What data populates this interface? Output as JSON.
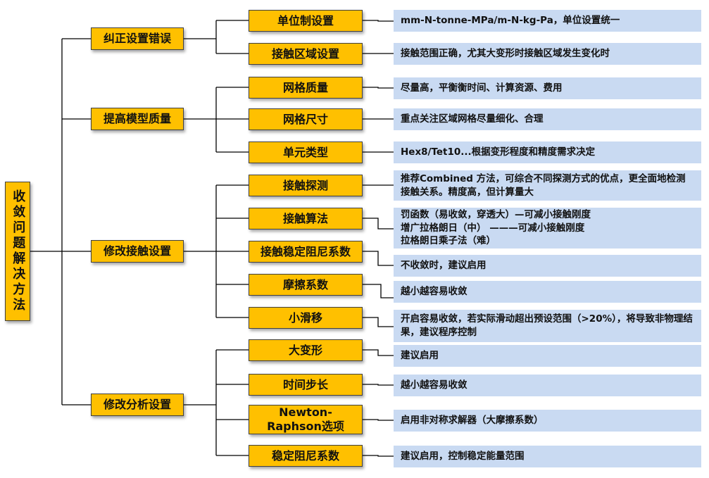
{
  "root": {
    "label": "收敛问题解决方法"
  },
  "categories": [
    {
      "label": "纠正设置错误",
      "items": [
        {
          "label": "单位制设置",
          "desc": "mm-N-tonne-MPa/m-N-kg-Pa，单位设置统一"
        },
        {
          "label": "接触区域设置",
          "desc": "接触范围正确，尤其大变形时接触区域发生变化时"
        }
      ]
    },
    {
      "label": "提高模型质量",
      "items": [
        {
          "label": "网格质量",
          "desc": "尽量高，平衡衡时间、计算资源、费用"
        },
        {
          "label": "网格尺寸",
          "desc": "重点关注区域网格尽量细化、合理"
        },
        {
          "label": "单元类型",
          "desc": "Hex8/Tet10...根据变形程度和精度需求决定"
        }
      ]
    },
    {
      "label": "修改接触设置",
      "items": [
        {
          "label": "接触探测",
          "desc": "推荐Combined 方法，可综合不同探测方式的优点，更全面地检测接触关系。精度高，但计算量大"
        },
        {
          "label": "接触算法",
          "desc": "罚函数（易收敛，穿透大）—可减小接触刚度\n增广拉格朗日（中）    ———可减小接触刚度\n拉格朗日乘子法（难）"
        },
        {
          "label": "接触稳定阻尼系数",
          "desc": "不收敛时，建议启用"
        },
        {
          "label": "摩擦系数",
          "desc": "越小越容易收敛"
        },
        {
          "label": "小滑移",
          "desc": "开启容易收敛，若实际滑动超出预设范围（>20%），将导致非物理结果，建议程序控制"
        }
      ]
    },
    {
      "label": "修改分析设置",
      "items": [
        {
          "label": "大变形",
          "desc": "建议启用"
        },
        {
          "label": "时间步长",
          "desc": "越小越容易收敛"
        },
        {
          "label": "Newton-Raphson选项",
          "desc": "启用非对称求解器（大摩擦系数）"
        },
        {
          "label": "稳定阻尼系数",
          "desc": "建议启用，控制稳定能量范围"
        }
      ]
    }
  ]
}
